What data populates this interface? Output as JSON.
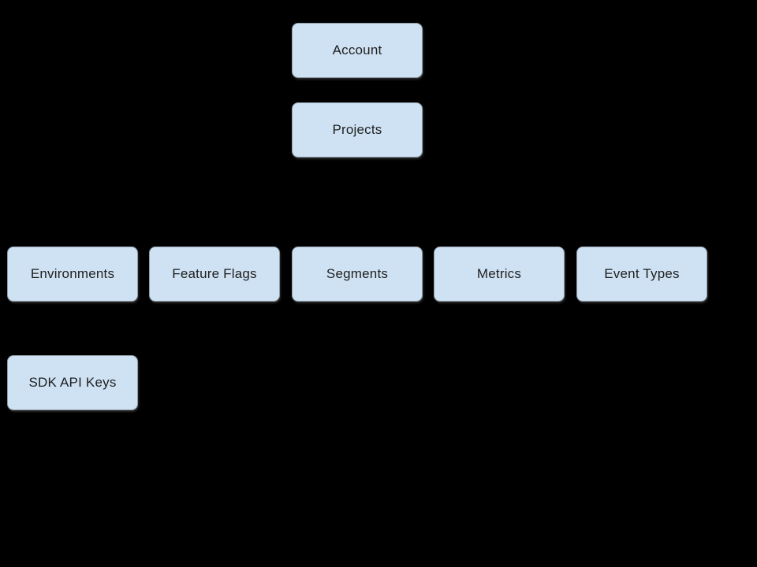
{
  "diagram": {
    "background_color": "#000000",
    "node_fill_color": "#cfe2f3",
    "node_border_color": "#8e9aa3",
    "node_text_color": "#1f1f1f",
    "nodes": {
      "account": {
        "label": "Account"
      },
      "projects": {
        "label": "Projects"
      },
      "environments": {
        "label": "Environments"
      },
      "feature_flags": {
        "label": "Feature Flags"
      },
      "segments": {
        "label": "Segments"
      },
      "metrics": {
        "label": "Metrics"
      },
      "event_types": {
        "label": "Event Types"
      },
      "sdk_api_keys": {
        "label": "SDK API Keys"
      }
    }
  }
}
